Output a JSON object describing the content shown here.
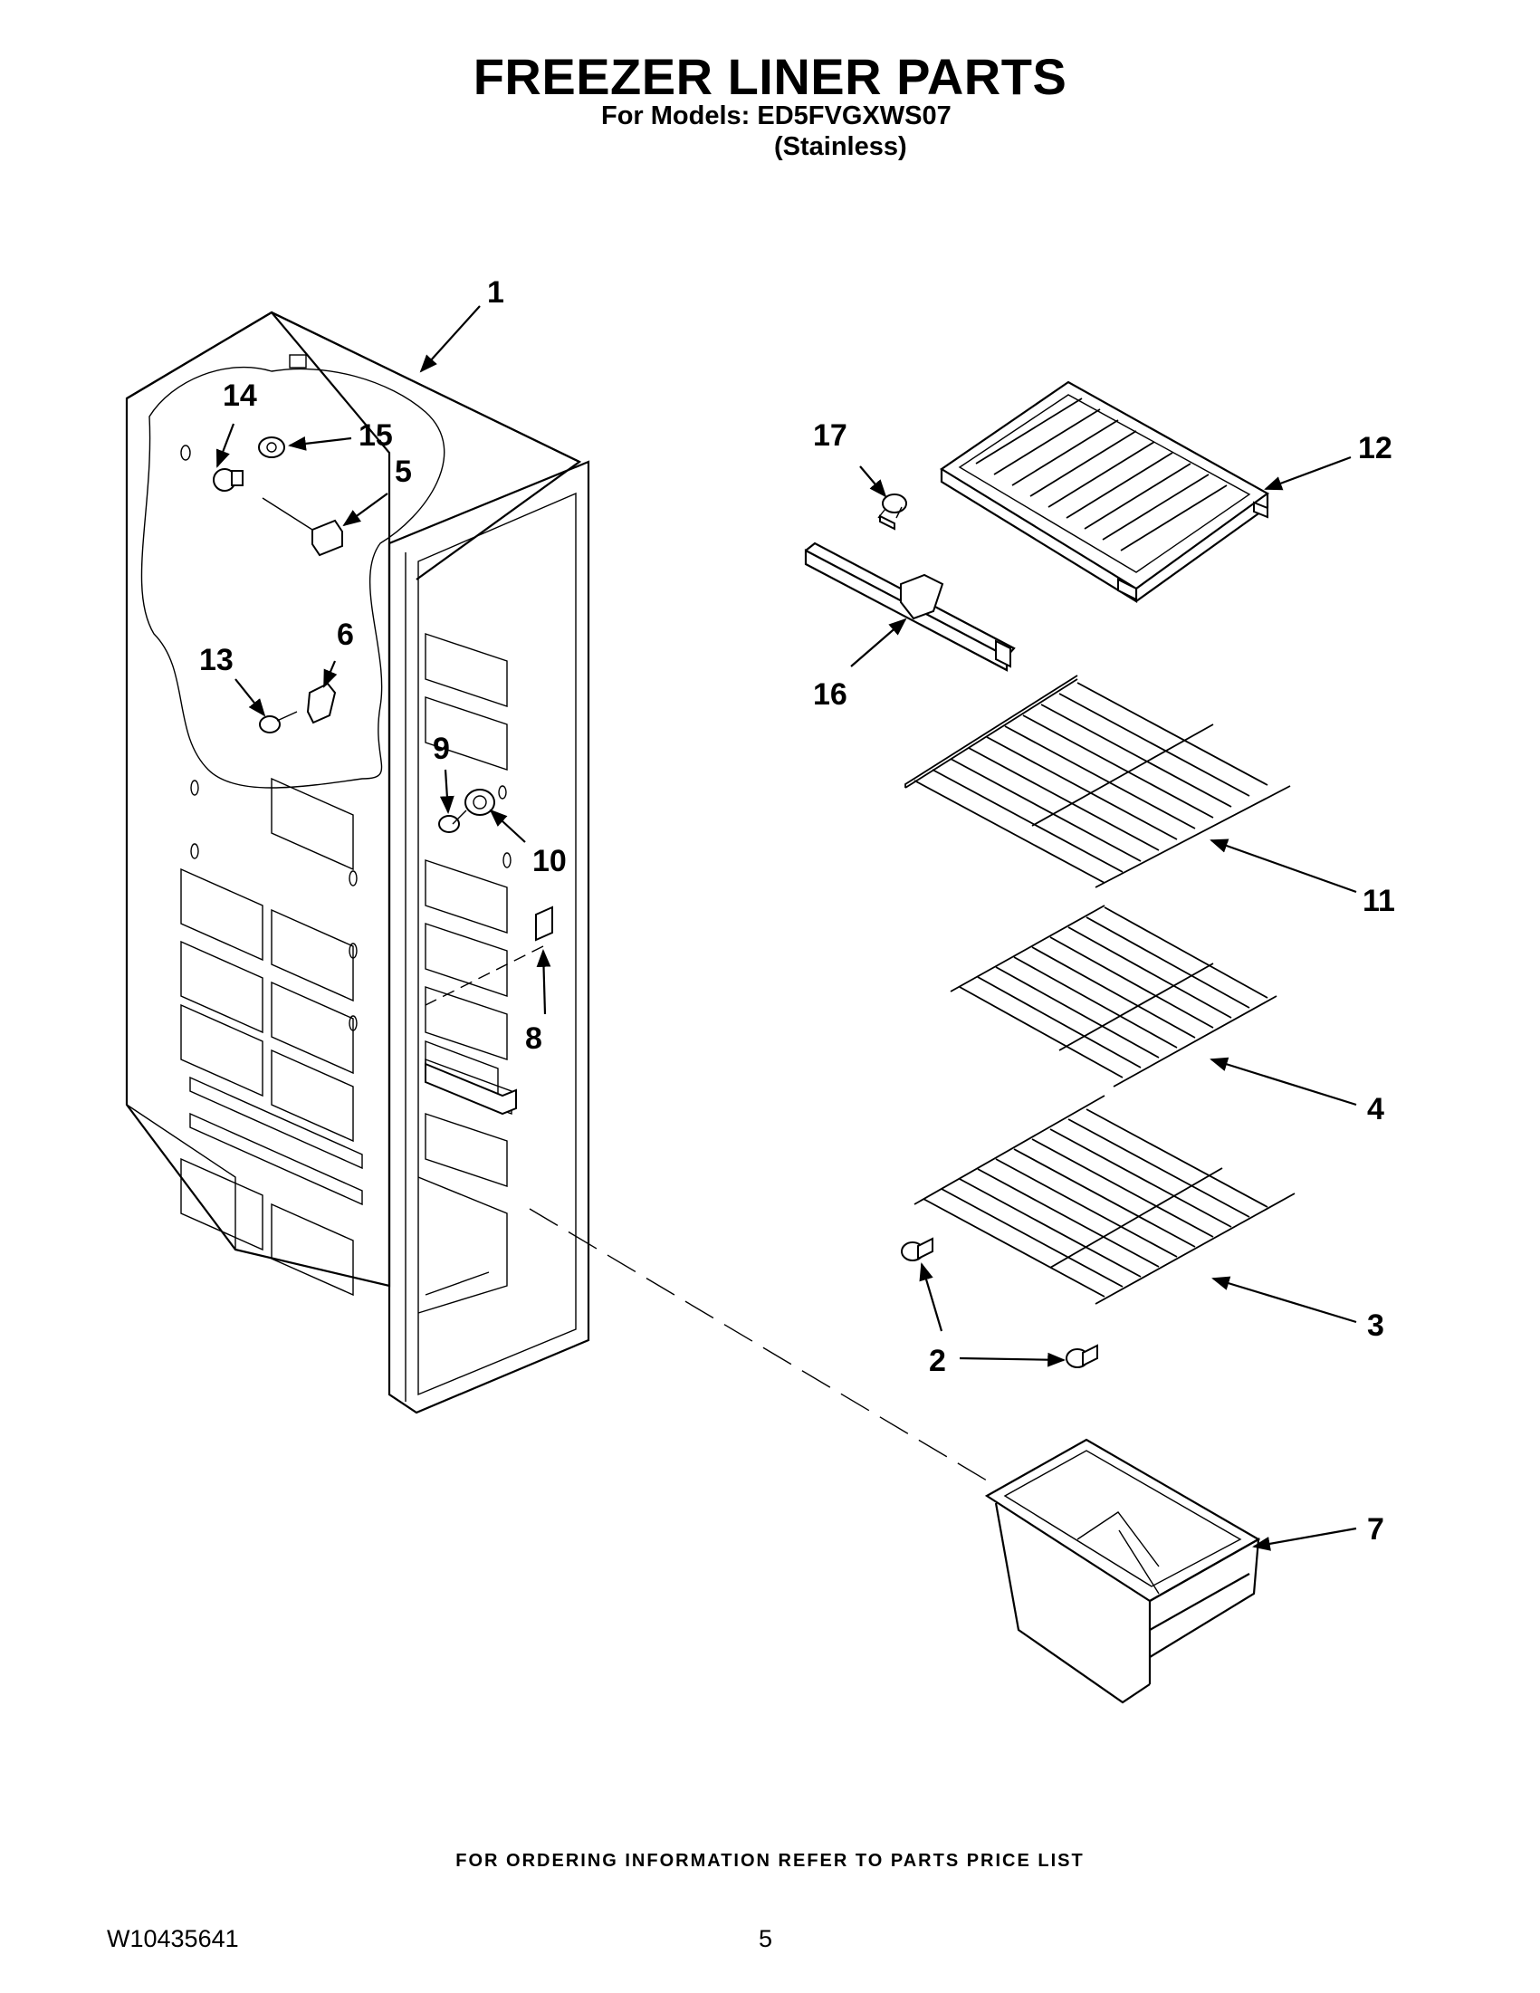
{
  "header": {
    "title": "FREEZER LINER PARTS",
    "models": "For Models: ED5FVGXWS07",
    "variant": "(Stainless)"
  },
  "callouts": [
    {
      "id": "1",
      "label": "1"
    },
    {
      "id": "2",
      "label": "2"
    },
    {
      "id": "3",
      "label": "3"
    },
    {
      "id": "4",
      "label": "4"
    },
    {
      "id": "5",
      "label": "5"
    },
    {
      "id": "6",
      "label": "6"
    },
    {
      "id": "7",
      "label": "7"
    },
    {
      "id": "8",
      "label": "8"
    },
    {
      "id": "9",
      "label": "9"
    },
    {
      "id": "10",
      "label": "10"
    },
    {
      "id": "11",
      "label": "11"
    },
    {
      "id": "12",
      "label": "12"
    },
    {
      "id": "13",
      "label": "13"
    },
    {
      "id": "14",
      "label": "14"
    },
    {
      "id": "15",
      "label": "15"
    },
    {
      "id": "16",
      "label": "16"
    },
    {
      "id": "17",
      "label": "17"
    }
  ],
  "footer": {
    "ordering_note": "FOR ORDERING INFORMATION REFER TO PARTS PRICE LIST",
    "document_number": "W10435641",
    "page_number": "5"
  }
}
